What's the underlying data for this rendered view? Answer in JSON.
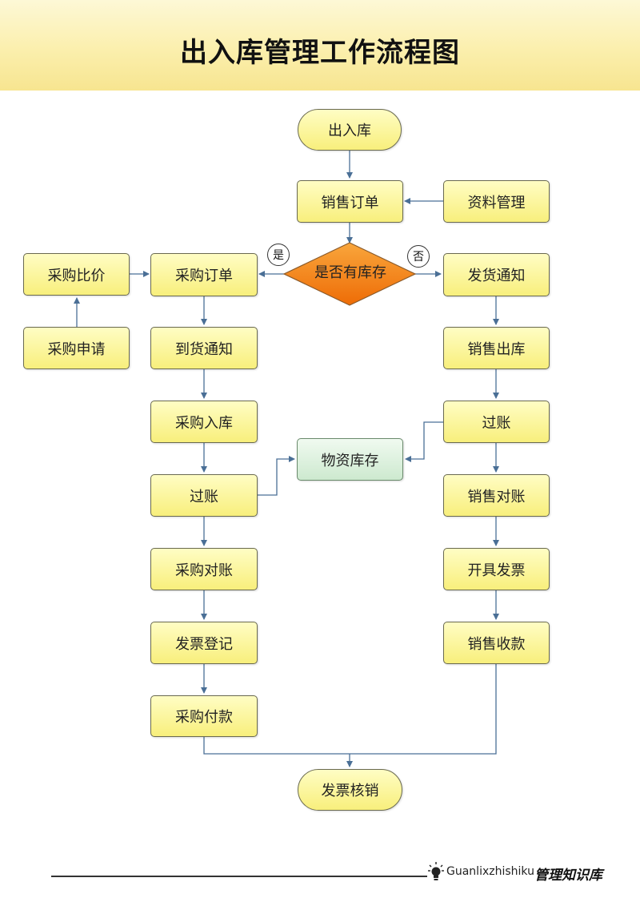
{
  "title": "出入库管理工作流程图",
  "nodes": {
    "start": "出入库",
    "sales_order": "销售订单",
    "data_mgmt": "资料管理",
    "decision": "是否有库存",
    "yes": "是",
    "no": "否",
    "purchase_compare": "采购比价",
    "purchase_request": "采购申请",
    "purchase_order": "采购订单",
    "arrival_notice": "到货通知",
    "purchase_inbound": "采购入库",
    "purchase_posting": "过账",
    "purchase_reconcile": "采购对账",
    "invoice_register": "发票登记",
    "purchase_payment": "采购付款",
    "inventory": "物资库存",
    "shipping_notice": "发货通知",
    "sales_outbound": "销售出库",
    "sales_posting": "过账",
    "sales_reconcile": "销售对账",
    "issue_invoice": "开具发票",
    "sales_collection": "销售收款",
    "end": "发票核销"
  },
  "footer": {
    "brand_en": "Guanlixzhishiku",
    "brand_cn": "管理知识库"
  },
  "colors": {
    "node_fill": "#f8ef7c",
    "inventory_fill": "#cde9cf",
    "decision_fill": "#f07a10",
    "arrow": "#4a6f96",
    "banner": "#fbefad"
  }
}
